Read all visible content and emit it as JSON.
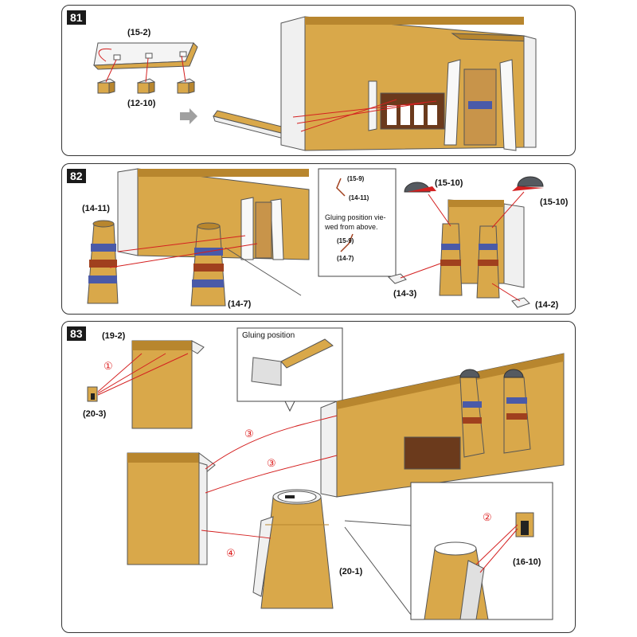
{
  "colors": {
    "wall": "#d9a84a",
    "wall_dark": "#b8862e",
    "crenel_red": "#a0401e",
    "arrow": "#d42020",
    "gray_arrow": "#a0a0a0",
    "dome": "#555a60",
    "stripe_blue": "#4a5aa8"
  },
  "panels": [
    {
      "step": "81",
      "labels": {
        "part_a": "(15-2)",
        "part_b": "(12-10)"
      }
    },
    {
      "step": "82",
      "labels": {
        "tower_left": "(14-11)",
        "tower_mid": "(14-7)",
        "cap_left": "(15-10)",
        "cap_right": "(15-10)",
        "base_a": "(14-3)",
        "base_b": "(14-2)"
      },
      "note": {
        "top_label": "(15-9)",
        "top_sub": "(14-11)",
        "text_line1": "Gluing position vie-",
        "text_line2": "wed from above.",
        "bottom_label": "(15-9)",
        "bottom_sub": "(14-7)"
      }
    },
    {
      "step": "83",
      "labels": {
        "wall_top": "(19-2)",
        "small_part": "(20-3)",
        "tower": "(20-1)",
        "detail_part": "(16-10)"
      },
      "callout": "Gluing position",
      "steps_marks": {
        "one": "①",
        "two": "②",
        "three_a": "③",
        "three_b": "③",
        "four": "④"
      }
    }
  ]
}
